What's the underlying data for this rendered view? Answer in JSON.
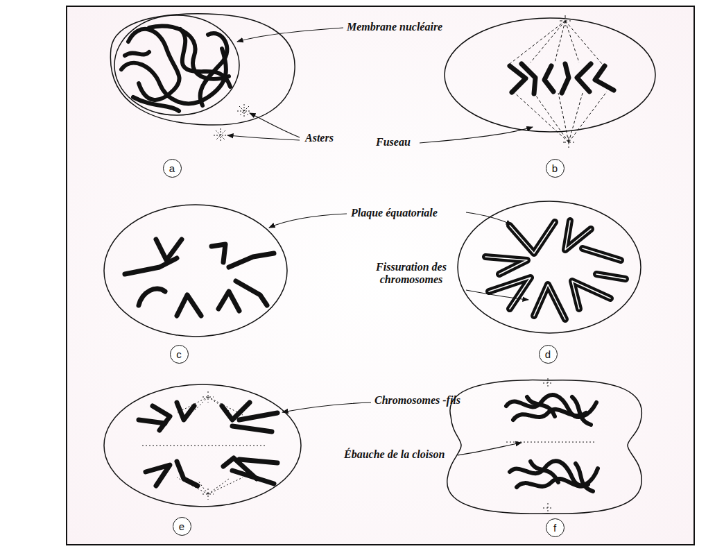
{
  "diagram": {
    "nodes": [
      {
        "text": [
          "a"
        ]
      },
      {
        "text": [
          "b"
        ]
      },
      {
        "text": [
          "c"
        ]
      },
      {
        "text": [
          "d"
        ]
      },
      {
        "text": [
          "e"
        ]
      },
      {
        "text": [
          "f"
        ]
      }
    ],
    "labels": [
      "Membrane nucléaire",
      "Asters",
      "Fuseau",
      "Plaque équatoriale",
      "Fissuration des chromosomes",
      "Chromosomes -fils",
      "Ébauche de la cloison"
    ]
  }
}
